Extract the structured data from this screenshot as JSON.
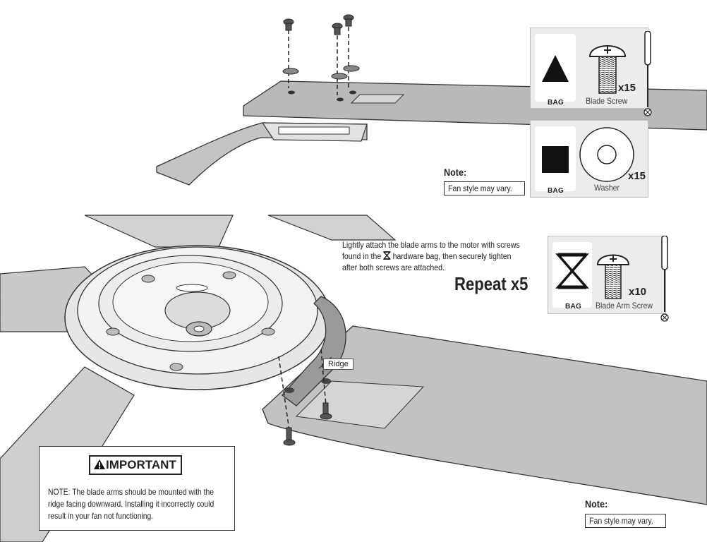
{
  "top_panel": {
    "bag1": {
      "label": "BAG",
      "icon": "triangle-icon"
    },
    "blade_screw": {
      "name": "Blade Screw",
      "qty": "x15",
      "icon": "screw-icon"
    },
    "bag2": {
      "label": "BAG",
      "icon": "square-icon"
    },
    "washer": {
      "name": "Washer",
      "qty": "x15",
      "icon": "washer-icon"
    },
    "note": {
      "label": "Note:",
      "text": "Fan style may vary."
    }
  },
  "bottom_panel": {
    "instruction": {
      "line1": "Lightly attach the blade arms to the motor with screws",
      "line2_before": "found in the",
      "line2_icon": "hourglass-icon",
      "line2_after": "hardware bag, then securely tighten",
      "line3": "after both screws are attached."
    },
    "repeat": "Repeat x5",
    "bag3": {
      "label": "BAG",
      "icon": "hourglass-icon"
    },
    "blade_arm_screw": {
      "name": "Blade Arm Screw",
      "qty": "x10",
      "icon": "screw-icon"
    },
    "ridge_label": "Ridge",
    "important": {
      "heading": "IMPORTANT",
      "text": "NOTE: The blade arms should be mounted with the ridge facing downward. Installing it incorrectly could result in your fan not functioning."
    },
    "note": {
      "label": "Note:",
      "text": "Fan style may vary."
    }
  }
}
